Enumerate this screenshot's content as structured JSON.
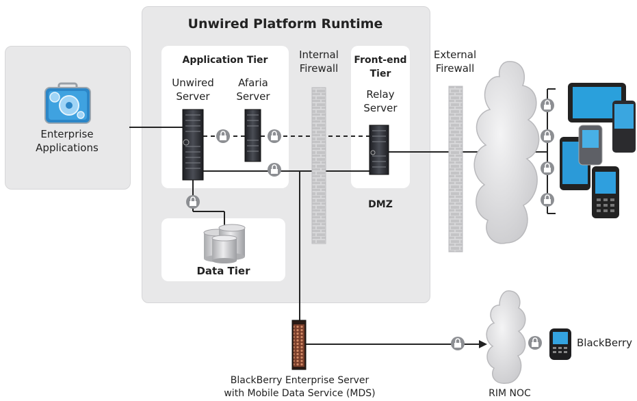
{
  "diagram": {
    "runtime_title": "Unwired Platform Runtime",
    "enterprise": {
      "line1": "Enterprise",
      "line2": "Applications"
    },
    "application_tier": {
      "title": "Application Tier",
      "unwired_server": {
        "line1": "Unwired",
        "line2": "Server"
      },
      "afaria_server": {
        "line1": "Afaria",
        "line2": "Server"
      }
    },
    "internal_firewall": {
      "line1": "Internal",
      "line2": "Firewall"
    },
    "front_end_tier": {
      "title_line1": "Front-end",
      "title_line2": "Tier",
      "relay_server": {
        "line1": "Relay",
        "line2": "Server"
      }
    },
    "dmz": "DMZ",
    "external_firewall": {
      "line1": "External",
      "line2": "Firewall"
    },
    "data_tier": "Data Tier",
    "bes": {
      "line1": "BlackBerry Enterprise Server",
      "line2": "with Mobile Data Service (MDS)"
    },
    "rim_noc": "RIM NOC",
    "blackberry": "BlackBerry"
  },
  "colors": {
    "panel_grey": "#e8e8e9",
    "line": "#222222",
    "server_dark": "#2b2d31",
    "lock_grey": "#8d8f93",
    "firewall_grey": "#c9c9cb",
    "cloud_grey": "#dcdcde",
    "bes_brick": "#b06a4e",
    "device_blue": "#1f8fd0"
  },
  "icons": [
    "toolbox-gear-icon",
    "server-icon",
    "lock-icon",
    "firewall-icon",
    "cloud-icon",
    "database-icon",
    "mobile-device-icon",
    "blackberry-device-icon"
  ]
}
